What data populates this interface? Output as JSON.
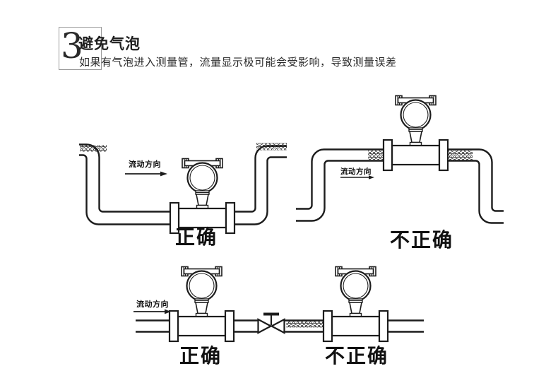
{
  "header": {
    "step_number": "3",
    "title": "避免气泡",
    "subtitle": "如果有气泡进入测量管，流量显示极可能会受影响，导致测量误差"
  },
  "labels": {
    "flow_direction": "流动方向"
  },
  "diagrams": {
    "pipe_dip": {
      "verdict": "正确"
    },
    "pipe_hump": {
      "verdict": "不正确"
    },
    "upstream_of_valve": {
      "verdict": "正确"
    },
    "downstream_of_valve": {
      "verdict": "不正确"
    }
  },
  "colors": {
    "line": "#1c1c1c",
    "box_border": "#9a9a9a",
    "text": "#1f1f1f",
    "background": "#ffffff"
  }
}
